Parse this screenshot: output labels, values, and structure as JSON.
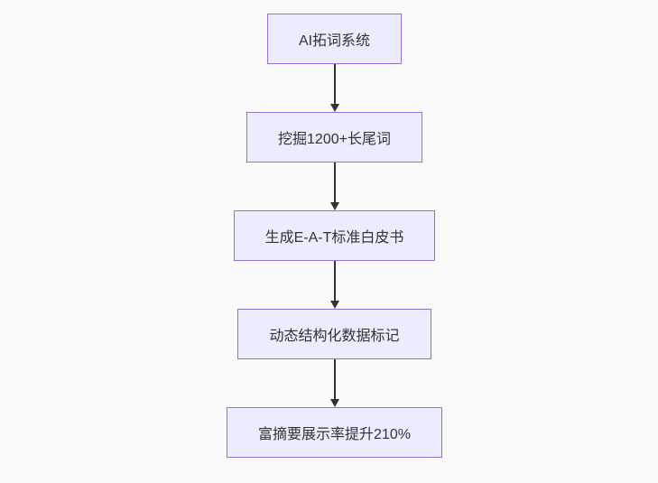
{
  "page": {
    "background_color": "#fafafa"
  },
  "flowchart": {
    "type": "flowchart",
    "direction": "top-down",
    "style": {
      "node_fill": "#ECECFF",
      "node_border": "#9370DB",
      "text_color": "#333333",
      "arrow_color": "#333333"
    },
    "nodes": [
      {
        "id": "node-1",
        "label": "AI拓词系统"
      },
      {
        "id": "node-2",
        "label": "挖掘1200+长尾词"
      },
      {
        "id": "node-3",
        "label": "生成E-A-T标准白皮书"
      },
      {
        "id": "node-4",
        "label": "动态结构化数据标记"
      },
      {
        "id": "node-5",
        "label": "富摘要展示率提升210%"
      }
    ],
    "edges": [
      {
        "from": "node-1",
        "to": "node-2"
      },
      {
        "from": "node-2",
        "to": "node-3"
      },
      {
        "from": "node-3",
        "to": "node-4"
      },
      {
        "from": "node-4",
        "to": "node-5"
      }
    ]
  }
}
